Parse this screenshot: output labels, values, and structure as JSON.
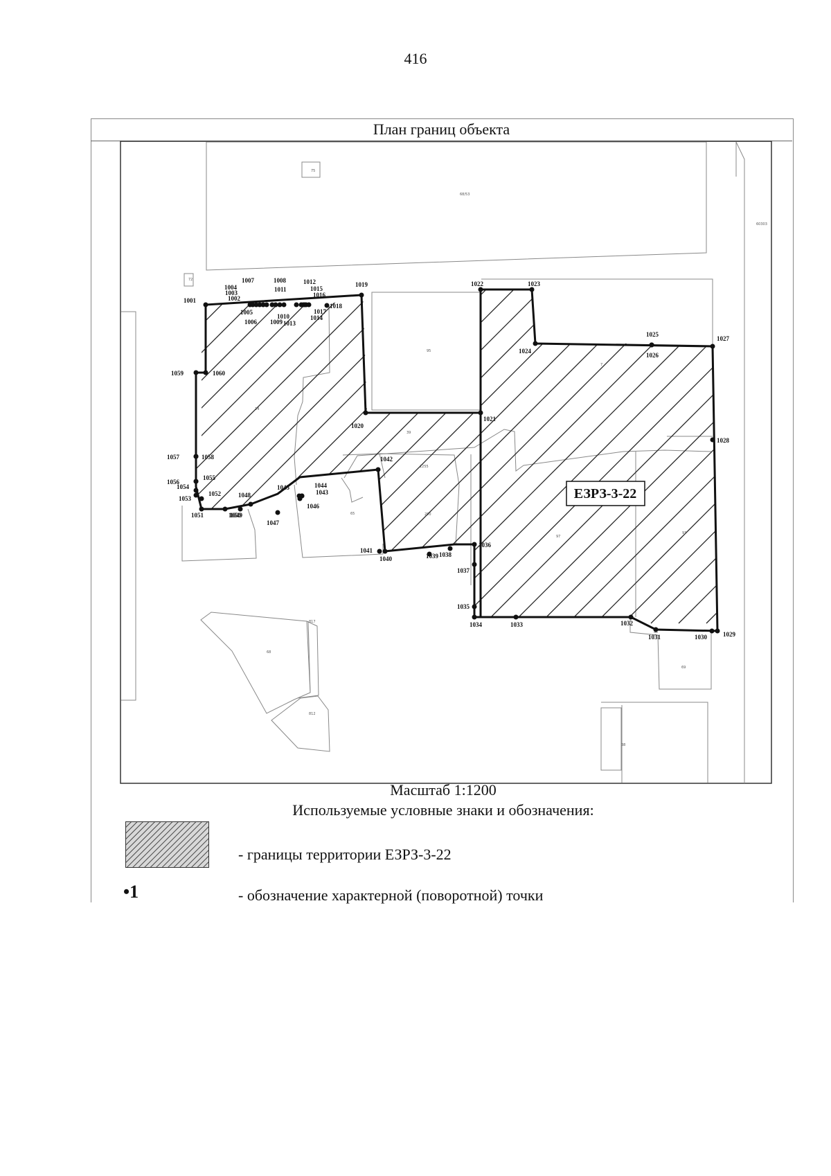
{
  "page_number": "416",
  "title": "План границ объекта",
  "territory_label": "ЕЗРЗ-3-22",
  "scale": "Масштаб 1:1200",
  "legend": {
    "title": "Используемые условные знаки и обозначения:",
    "hatch_text": "- границы территории ЕЗРЗ-3-22",
    "point_symbol": "•1",
    "point_text": "- обозначение характерной (поворотной) точки"
  },
  "parcel_labels": [
    "75",
    "68/53",
    "60303",
    "72",
    "95",
    "39",
    "14",
    "1255",
    "250",
    "65",
    "97",
    "93",
    "69",
    "68",
    "817",
    "812",
    "38",
    "7"
  ],
  "points": [
    {
      "id": "1001",
      "xy": [
        1001,
        1
      ]
    },
    {
      "id": "1002"
    },
    {
      "id": "1003"
    },
    {
      "id": "1004"
    },
    {
      "id": "1005"
    },
    {
      "id": "1006"
    },
    {
      "id": "1007"
    },
    {
      "id": "1008"
    },
    {
      "id": "1009"
    },
    {
      "id": "1010"
    },
    {
      "id": "1011"
    },
    {
      "id": "1012"
    },
    {
      "id": "1013"
    },
    {
      "id": "1014"
    },
    {
      "id": "1015"
    },
    {
      "id": "1016"
    },
    {
      "id": "1017"
    },
    {
      "id": "1018"
    },
    {
      "id": "1019"
    },
    {
      "id": "1020"
    },
    {
      "id": "1021"
    },
    {
      "id": "1022"
    },
    {
      "id": "1023"
    },
    {
      "id": "1024"
    },
    {
      "id": "1025"
    },
    {
      "id": "1026"
    },
    {
      "id": "1027"
    },
    {
      "id": "1028"
    },
    {
      "id": "1029"
    },
    {
      "id": "1030"
    },
    {
      "id": "1031"
    },
    {
      "id": "1032"
    },
    {
      "id": "1033"
    },
    {
      "id": "1034"
    },
    {
      "id": "1035"
    },
    {
      "id": "1036"
    },
    {
      "id": "1037"
    },
    {
      "id": "1038"
    },
    {
      "id": "1039"
    },
    {
      "id": "1040"
    },
    {
      "id": "1041"
    },
    {
      "id": "1042"
    },
    {
      "id": "1043"
    },
    {
      "id": "1044"
    },
    {
      "id": "1045"
    },
    {
      "id": "1046"
    },
    {
      "id": "1047"
    },
    {
      "id": "1048"
    },
    {
      "id": "1049"
    },
    {
      "id": "1050"
    },
    {
      "id": "1051"
    },
    {
      "id": "1052"
    },
    {
      "id": "1053"
    },
    {
      "id": "1054"
    },
    {
      "id": "1055"
    },
    {
      "id": "1056"
    },
    {
      "id": "1057"
    },
    {
      "id": "1058"
    },
    {
      "id": "1059"
    },
    {
      "id": "1060"
    }
  ]
}
